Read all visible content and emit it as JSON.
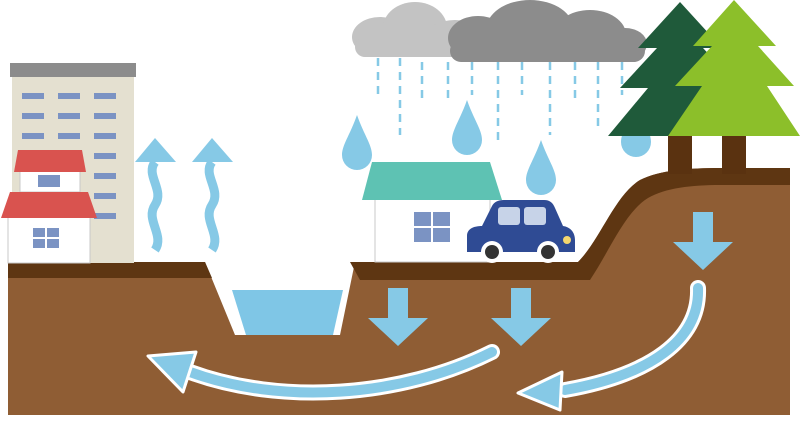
{
  "diagram": {
    "kind": "water-cycle-illustration",
    "labels": [],
    "colors": {
      "ground": "#8f5d34",
      "ground_edge": "#5e3612",
      "water": "#7fc6e6",
      "arrow": "#86c9e6",
      "cloud_light": "#c3c3c3",
      "cloud_dark": "#8c8c8c",
      "rain": "#86c9e6",
      "building": "#e4e0d0",
      "roof_red": "#d9534f",
      "roof_teal": "#5ec2b3",
      "car": "#2f4b94",
      "tree_dark": "#1f5a3a",
      "tree_light": "#8cbf2a",
      "trunk": "#5a3210"
    },
    "elements": [
      {
        "name": "apartment-building",
        "icon": "building-icon"
      },
      {
        "name": "red-roof-house",
        "icon": "house-icon"
      },
      {
        "name": "evaporation-arrows",
        "icon": "wavy-up-arrow-icon"
      },
      {
        "name": "pond",
        "icon": "water-icon"
      },
      {
        "name": "teal-roof-house",
        "icon": "house-icon"
      },
      {
        "name": "car",
        "icon": "car-icon"
      },
      {
        "name": "rain-clouds",
        "icon": "cloud-icon"
      },
      {
        "name": "raindrops",
        "icon": "raindrop-icon"
      },
      {
        "name": "trees",
        "icon": "pine-tree-icon"
      },
      {
        "name": "infiltration-arrows",
        "icon": "down-arrow-icon"
      },
      {
        "name": "groundwater-flow-arrows",
        "icon": "curved-arrow-icon"
      }
    ]
  }
}
